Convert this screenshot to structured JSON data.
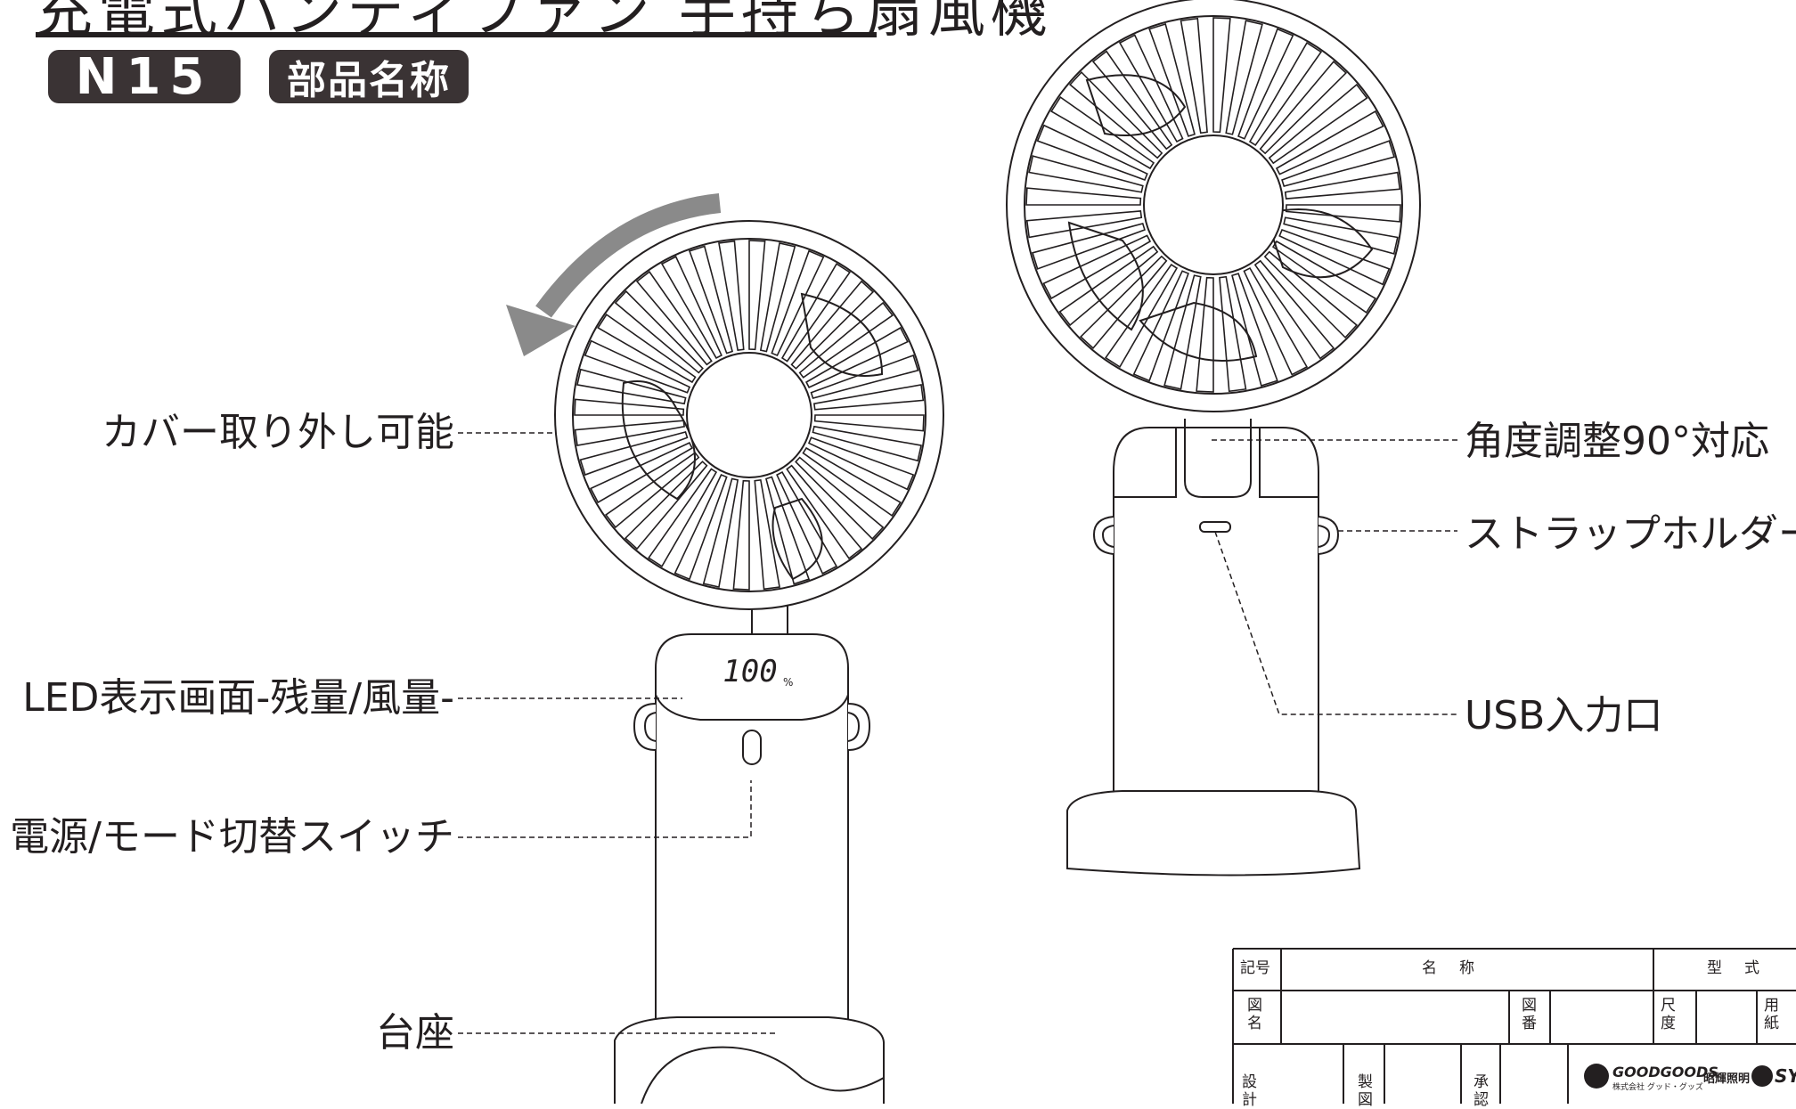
{
  "header": {
    "title": "充電式ハンディファン 手持ち扇風機",
    "model_badge": "N15",
    "section_badge": "部品名称"
  },
  "labels": {
    "removable_cover": "カバー取り外し可能",
    "led_display": "LED表示画面-残量/風量-",
    "power_switch": "電源/モード切替スイッチ",
    "base": "台座",
    "angle": "角度調整90°対応",
    "strap_holder": "ストラップホルダー",
    "usb_input": "USB入力口"
  },
  "display": {
    "readout": "100"
  },
  "title_block": {
    "symbol": "記号",
    "name_col": "名　称",
    "model_col": "型　式",
    "drawing_name": "図\n名",
    "drawing_number": "図\n番",
    "scale": "尺\n度",
    "paper": "用\n紙",
    "design": "設\n計",
    "drafted": "製\n図",
    "approved": "承\n認",
    "logo_goodgoods": "GOODGOODS",
    "logo_company": "株式会社 グッド・グッズ",
    "logo_shoki": "昭輝照明",
    "logo_syc": "SYC"
  },
  "colors": {
    "ink": "#231f20",
    "badge_bg": "#3a3334",
    "arrow": "#8a8a8a"
  }
}
